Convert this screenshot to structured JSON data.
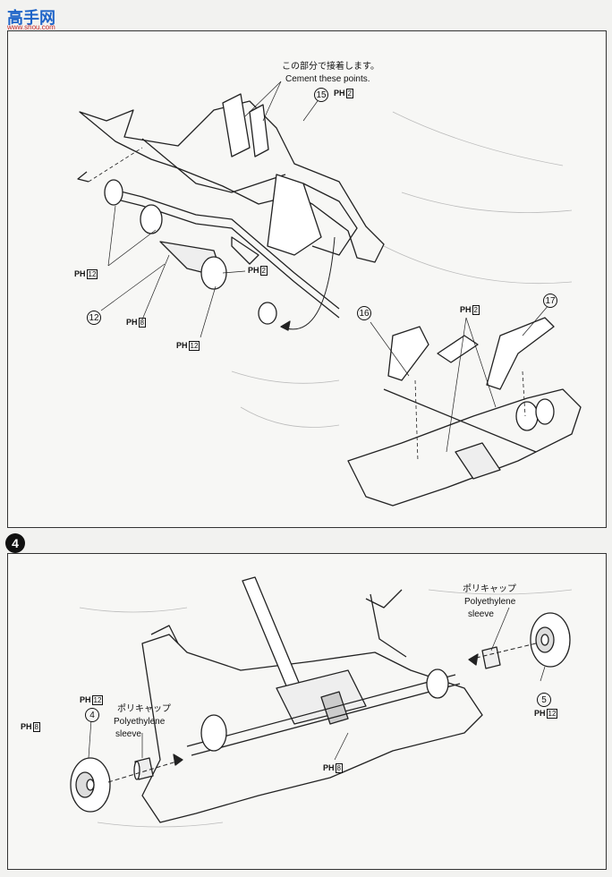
{
  "watermark": {
    "brand": "高手网",
    "site": "www.shou.com"
  },
  "step_number": "4",
  "top_panel": {
    "note_jp": "この部分で接着します。",
    "note_en": "Cement these points.",
    "part_15": "15",
    "part_12": "12",
    "part_16": "16",
    "part_17": "17",
    "ph_15": {
      "prefix": "PH",
      "num": "2"
    },
    "ph_a": {
      "prefix": "PH",
      "num": "12"
    },
    "ph_b": {
      "prefix": "PH",
      "num": "8"
    },
    "ph_c": {
      "prefix": "PH",
      "num": "12"
    },
    "ph_d": {
      "prefix": "PH",
      "num": "2"
    },
    "ph_e": {
      "prefix": "PH",
      "num": "2"
    }
  },
  "bottom_panel": {
    "sleeve_left_jp": "ポリキャップ",
    "sleeve_left_en1": "Polyethylene",
    "sleeve_left_en2": "sleeve",
    "sleeve_right_jp": "ポリキャップ",
    "sleeve_right_en1": "Polyethylene",
    "sleeve_right_en2": "sleeve",
    "part_4": "4",
    "part_5": "5",
    "ph_4a": {
      "prefix": "PH",
      "num": "12"
    },
    "ph_4b": {
      "prefix": "PH",
      "num": "8"
    },
    "ph_5": {
      "prefix": "PH",
      "num": "12"
    },
    "ph_mid": {
      "prefix": "PH",
      "num": "8"
    }
  }
}
